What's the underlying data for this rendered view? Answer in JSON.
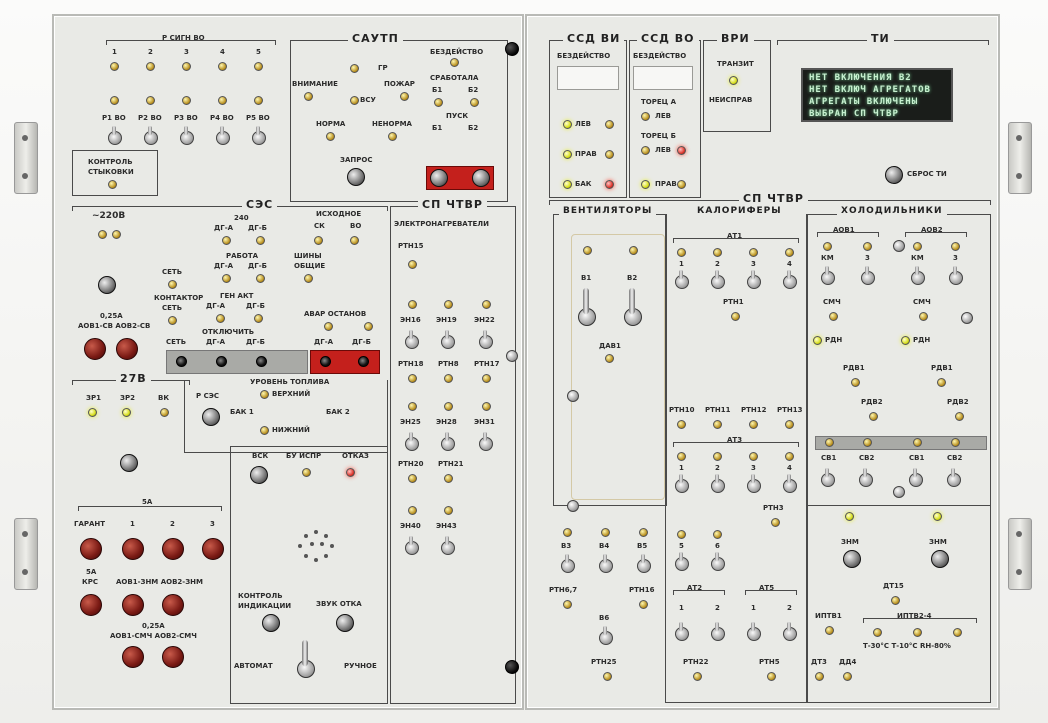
{
  "left": {
    "rsigv": {
      "title": "Р СИГН ВО",
      "nums": [
        "1",
        "2",
        "3",
        "4",
        "5"
      ],
      "items": [
        "Р1 ВО",
        "Р2 ВО",
        "Р3 ВО",
        "Р4 ВО",
        "Р5 ВО"
      ]
    },
    "kontrol": {
      "line1": "КОНТРОЛЬ",
      "line2": "СТЫКОВКИ"
    },
    "sautp": {
      "title": "САУТП",
      "bezdeistvo": "БЕЗДЕЙСТВО",
      "gr": "ГР",
      "vnimanie": "ВНИМАНИЕ",
      "pozhar": "ПОЖАР",
      "vsu": "ВСУ",
      "norma": "НОРМА",
      "neisprav": "НЕНОРМА",
      "srabotala": "СРАБОТАЛА",
      "b1": "Б1",
      "b2": "Б2",
      "pusk": "ПУСК",
      "zapros": "ЗАПРОС"
    },
    "ses": {
      "title": "СЭС",
      "v220": "~220В",
      "v240": "240",
      "dga": "ДГ-А",
      "dgb": "ДГ-Б",
      "iskhodnoe": "ИСХОДНОЕ",
      "sk": "СК",
      "vo": "ВО",
      "rabota": "РАБОТА",
      "shiny": "ШИНЫ",
      "obshie": "ОБЩИЕ",
      "set": "СЕТЬ",
      "kontaktor": "КОНТАКТОР",
      "genakt": "ГЕН АКТ",
      "otkluchit": "ОТКЛЮЧИТЬ",
      "avar": "АВАР ОСТАНОВ",
      "fuse1": "0,25А",
      "fuse2": "АОВ1-СВ АОВ2-СВ"
    },
    "v27": {
      "title": "27В",
      "zr1": "ЗР1",
      "zr2": "ЗР2",
      "vk": "ВК",
      "rses": "Р СЭС",
      "uroven": "УРОВЕНЬ ТОПЛИВА",
      "verhniy": "ВЕРХНИЙ",
      "nizhniy": "НИЖНИЙ",
      "bak1": "БАК 1",
      "bak2": "БАК 2"
    },
    "fuses": {
      "a5": "5А",
      "garant": "ГАРАНТ",
      "n1": "1",
      "n2": "2",
      "n3": "3",
      "a5b": "5А",
      "krs": "КРС",
      "aov": "АОВ1-ЗНМ АОВ2-ЗНМ",
      "a025": "0,25А",
      "aov2": "АОВ1-СМЧ АОВ2-СМЧ"
    },
    "bottom": {
      "vsk": "ВСК",
      "bu": "БУ ИСПР",
      "otkaz": "ОТКАЗ",
      "kontrol1": "КОНТРОЛЬ",
      "kontrol2": "ИНДИКАЦИИ",
      "zvuk": "ЗВУК ОТКА",
      "avtomat": "АВТОМАТ",
      "ruchnoe": "РУЧНОЕ"
    },
    "elek": {
      "title": "СП ЧТВР",
      "subtitle": "ЭЛЕКТРОНАГРЕВАТЕЛИ",
      "rtn15": "РТН15",
      "t1": [
        "ЭН16",
        "ЭН19",
        "ЭН22"
      ],
      "t2": [
        "РТН18",
        "РТН8",
        "РТН17"
      ],
      "t3": [
        "ЭН25",
        "ЭН28",
        "ЭН31"
      ],
      "t4": [
        "РТН20",
        "РТН21"
      ],
      "t5": [
        "ЭН40",
        "ЭН43"
      ]
    }
  },
  "right": {
    "ssdvi": {
      "title": "ССД ВИ",
      "bez": "БЕЗДЕЙСТВО",
      "lev": "ЛЕВ",
      "prav": "ПРАВ",
      "bak": "БАК"
    },
    "ssdvo": {
      "title": "ССД ВО",
      "bez": "БЕЗДЕЙСТВО",
      "torecA": "ТОРЕЦ А",
      "levA": "ЛЕВ",
      "torecB": "ТОРЕЦ Б",
      "levB": "ЛЕВ",
      "pravB": "ПРАВ"
    },
    "vri": {
      "title": "ВРИ",
      "tranzit": "ТРАНЗИТ",
      "neisprav": "НЕИСПРАВ"
    },
    "ti": {
      "title": "ТИ",
      "lines": [
        "НЕТ ВКЛЮЧЕНИЯ В2",
        "НЕТ ВКЛЮЧ АГРЕГАТОВ",
        "АГРЕГАТЫ ВКЛЮЧЕНЫ",
        "ВЫБРАН СП ЧТВР"
      ],
      "sbros": "СБРОС ТИ"
    },
    "sp": {
      "title": "СП ЧТВР",
      "vent": "ВЕНТИЛЯТОРЫ",
      "kalor": "КАЛОРИФЕРЫ",
      "holod": "ХОЛОДИЛЬНИКИ"
    },
    "vent": {
      "b1": "В1",
      "b2": "В2",
      "dav1": "ДАВ1",
      "b3": "В3",
      "b4": "В4",
      "b5": "В5",
      "rtn67": "РТН6,7",
      "rtn16": "РТН16",
      "b6": "В6",
      "rtn25": "РТН25"
    },
    "kalor": {
      "at1": "АТ1",
      "nums": [
        "1",
        "2",
        "3",
        "4"
      ],
      "rtn1": "РТН1",
      "rtn10": "РТН10",
      "rtn11": "РТН11",
      "rtn12": "РТН12",
      "rtn13": "РТН13",
      "at3": "АТ3",
      "rtn3": "РТН3",
      "n5": "5",
      "n6": "6",
      "at2": "АТ2",
      "at5": "АТ5",
      "rtn22": "РТН22",
      "rtn5": "РТН5",
      "n1": "1",
      "n2": "2"
    },
    "holod": {
      "aov1": "АОВ1",
      "aov2": "АОВ2",
      "km": "КМ",
      "n3": "3",
      "smch": "СМЧ",
      "rdn": "РДН",
      "rdv1": "РДВ1",
      "rdv2": "РДВ2",
      "sv1": "СВ1",
      "sv2": "СВ2",
      "znm": "ЗНМ",
      "dt15": "ДТ15",
      "iptv1": "ИПТВ1",
      "iptv2": "ИПТВ2-4",
      "ranges": "Т-30°С Т-10°С RH-80%",
      "dt3": "ДТ3",
      "dd4": "ДД4"
    }
  }
}
